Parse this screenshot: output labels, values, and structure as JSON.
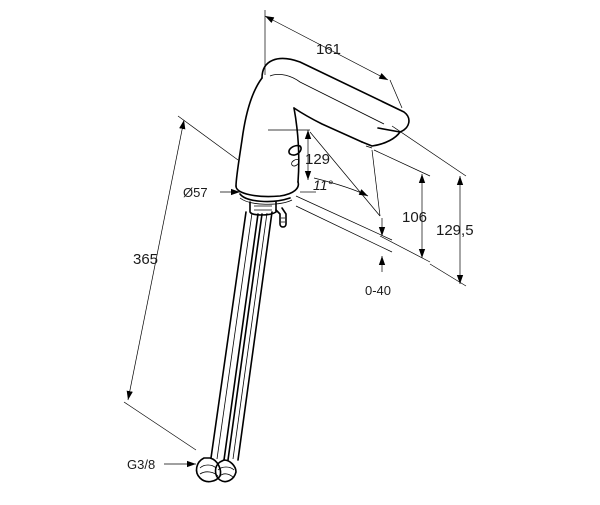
{
  "dimensions": {
    "spout_reach": "161",
    "sensor_height": "129",
    "spout_angle": "11°",
    "base_diameter": "Ø57",
    "total_height": "365",
    "outlet_height": "106",
    "body_height": "129,5",
    "countertop_thickness": "0-40",
    "connection_thread": "G3/8"
  }
}
